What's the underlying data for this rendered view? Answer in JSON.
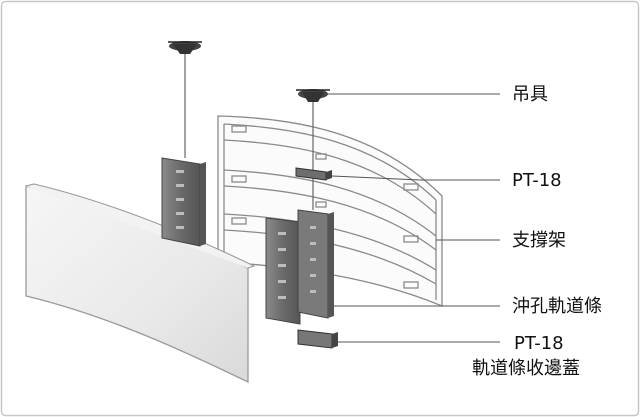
{
  "labels": {
    "hanger": "吊具",
    "pt18_top": "PT-18",
    "support_frame": "支撐架",
    "punched_rail": "沖孔軌道條",
    "pt18_bottom": "PT-18",
    "rail_end_cap": "軌道條收邊蓋"
  },
  "colors": {
    "leader_line": "#555555",
    "rail_dark": "#6f6f6f",
    "frame_outline": "#8a8a8a",
    "panel_fill": "#eeeeee",
    "border": "#c8c8c8"
  }
}
